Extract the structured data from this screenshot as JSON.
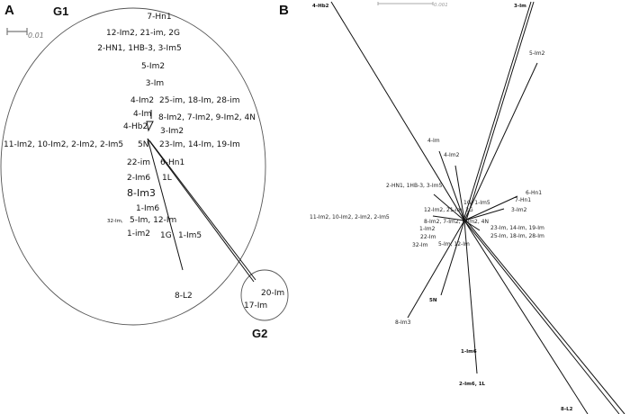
{
  "panel_a": {
    "letter": "A",
    "scale_bar_label": "0.01",
    "groups": [
      {
        "name": "G1"
      },
      {
        "name": "G2"
      }
    ],
    "labels": [
      "7-Hn1",
      "12-Im2, 21-im, 2G",
      "2-HN1, 1HB-3, 3-Im5",
      "5-Im2",
      "3-Im",
      "4-Im2",
      "25-im, 18-Im, 28-im",
      "4-Im",
      "8-Im2, 7-Im2, 9-Im2, 4N",
      "4-Hb2",
      "3-Im2",
      "11-Im2, 10-Im2, 2-Im2, 2-Im5",
      "5N",
      "23-Im, 14-Im, 19-Im",
      "22-im",
      "6-Hn1",
      "2-Im6",
      "1L",
      "8-Im3",
      "1-Im6",
      "32-Im,",
      "5-Im, 12-Im",
      "1-im2",
      "1G",
      "1-Im5",
      "8-L2",
      "20-Im",
      "17-Im"
    ]
  },
  "panel_b": {
    "letter": "B",
    "scale_bar_label": "0.001",
    "labels": [
      "4-Hb2",
      "3-Im",
      "5-Im2",
      "4-Im",
      "4-Im2",
      "2-HN1, 1HB-3, 3-Im5",
      "1G, 1-Im5",
      "6-Hn1",
      "7-Hn1",
      "12-Im2, 21-im, 2G",
      "3-Im2",
      "11-Im2, 10-Im2, 2-Im2, 2-Im5",
      "8-Im2, 7-Im2, 9-Im2, 4N",
      "1-Im2",
      "23-Im, 14-Im, 19-Im",
      "22-Im",
      "25-Im, 18-Im, 28-Im",
      "32-Im",
      "5-Im, 12-Im",
      "5N",
      "8-Im3",
      "1-Im6",
      "2-Im6, 1L",
      "8-L2"
    ]
  }
}
